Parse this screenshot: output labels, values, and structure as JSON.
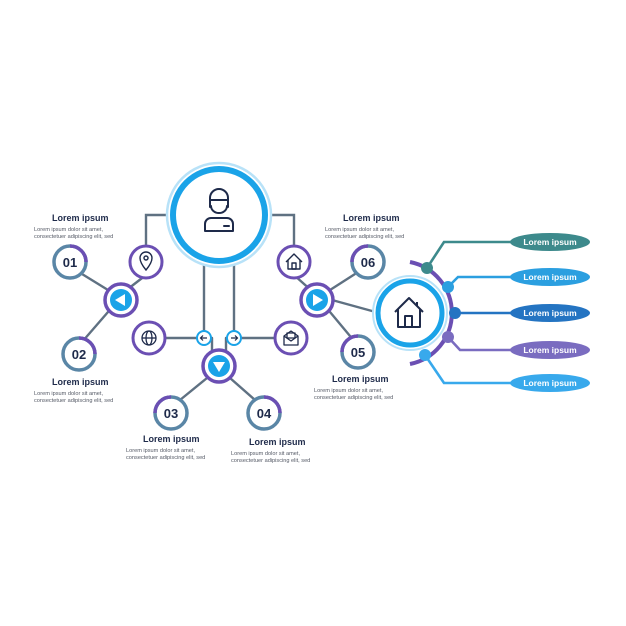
{
  "colors": {
    "blue": "#1aa3e8",
    "purple": "#6b4fb3",
    "steel": "#5a86a6",
    "dark": "#1e2a4a",
    "line": "#5f7182",
    "pill_teal": "#3d8a8c",
    "pill_blue": "#2b9fe0",
    "pill_navy": "#2474c2",
    "pill_violet": "#7a6cc0",
    "pill_sky": "#38a9ec"
  },
  "icons": {
    "center": "person-icon",
    "home": "house-icon",
    "location": "location-pin-icon",
    "globe": "globe-icon",
    "house_small": "house-icon",
    "mail": "mail-icon"
  },
  "steps": [
    {
      "number": "01",
      "title": "Lorem ipsum",
      "line1": "Lorem ipsum dolor sit amet,",
      "line2": "consectetuer adipiscing elit, sed"
    },
    {
      "number": "02",
      "title": "Lorem ipsum",
      "line1": "Lorem ipsum dolor sit amet,",
      "line2": "consectetuer adipiscing elit, sed"
    },
    {
      "number": "03",
      "title": "Lorem ipsum",
      "line1": "Lorem ipsum dolor sit amet,",
      "line2": "consectetuer adipiscing elit, sed"
    },
    {
      "number": "04",
      "title": "Lorem ipsum",
      "line1": "Lorem ipsum dolor sit amet,",
      "line2": "consectetuer adipiscing elit, sed"
    },
    {
      "number": "05",
      "title": "Lorem ipsum",
      "line1": "Lorem ipsum dolor sit amet,",
      "line2": "consectetuer adipiscing elit, sed"
    },
    {
      "number": "06",
      "title": "Lorem ipsum",
      "line1": "Lorem ipsum dolor sit amet,",
      "line2": "consectetuer adipiscing elit, sed"
    }
  ],
  "pills": [
    "Lorem ipsum",
    "Lorem ipsum",
    "Lorem ipsum",
    "Lorem ipsum",
    "Lorem ipsum"
  ]
}
